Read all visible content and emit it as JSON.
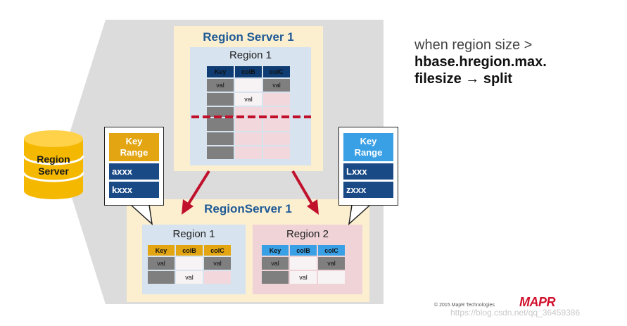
{
  "colors": {
    "accent_blue": "#1e5a96",
    "header_navy": "#0f3d73",
    "header_gold": "#e3a512",
    "header_lightblue": "#3aa0e6",
    "region_blue": "#d7e3ef",
    "region_pink": "#efd3d7",
    "panel_cream": "#fcefd0",
    "split_red": "#c0102c",
    "gray_band": "#dcdcdc"
  },
  "cylinder": {
    "label_line1": "Region",
    "label_line2": "Server"
  },
  "top_server": {
    "title": "Region Server 1",
    "region_title": "Region 1",
    "headers": [
      "Key",
      "colB",
      "colC"
    ],
    "row1": [
      "val",
      "",
      "val"
    ],
    "row2": [
      "",
      "val",
      ""
    ]
  },
  "bottom_server": {
    "title": "RegionServer 1",
    "region1": {
      "title": "Region 1",
      "headers": [
        "Key",
        "colB",
        "colC"
      ],
      "row1": [
        "val",
        "",
        "val"
      ],
      "row2": [
        "",
        "val",
        ""
      ]
    },
    "region2": {
      "title": "Region 2",
      "headers": [
        "Key",
        "colB",
        "colC"
      ],
      "row1": [
        "val",
        "",
        "val"
      ],
      "row2": [
        "",
        "val",
        ""
      ]
    }
  },
  "keyrange_left": {
    "title_line1": "Key",
    "title_line2": "Range",
    "values": [
      "axxx",
      "kxxx"
    ]
  },
  "keyrange_right": {
    "title_line1": "Key",
    "title_line2": "Range",
    "values": [
      "Lxxx",
      "zxxx"
    ]
  },
  "note": {
    "line1": "when region size >",
    "line2": "hbase.hregion.max.",
    "line3_prefix": "filesize",
    "arrow": "→",
    "line3_suffix": "split"
  },
  "footer": {
    "copyright": "© 2015 MapR Technologies",
    "brand": "MAPR",
    "watermark": "https://blog.csdn.net/qq_36459386"
  }
}
